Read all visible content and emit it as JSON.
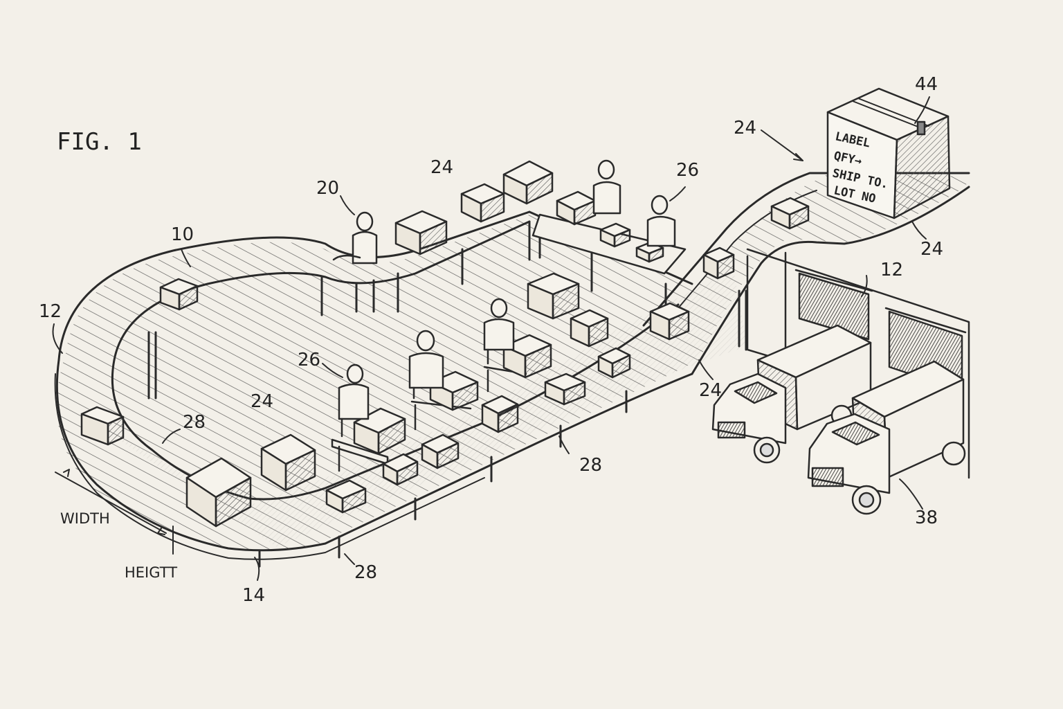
{
  "figure": {
    "title": "FIG. 1",
    "label_box_lines": [
      "LABEL",
      "QFY→",
      "SHIP TO.",
      "LOT NO"
    ],
    "callouts": {
      "c10": "10",
      "c12_left": "12",
      "c12_dock": "12",
      "c14": "14",
      "c20": "20",
      "c24_top": "24",
      "c24_arrow": "24",
      "c24_right": "24",
      "c24_mid": "24",
      "c24_floor": "24",
      "c26_top": "26",
      "c26_mid": "26",
      "c28_left": "28",
      "c28_mid": "28",
      "c28_bottom": "28",
      "c38": "38",
      "c44": "44"
    },
    "dimension_width": "WIDTH",
    "dimension_height": "HEIGTT"
  },
  "colors": {
    "ink": "#2a2a2a",
    "paper": "#f3f0e9"
  }
}
